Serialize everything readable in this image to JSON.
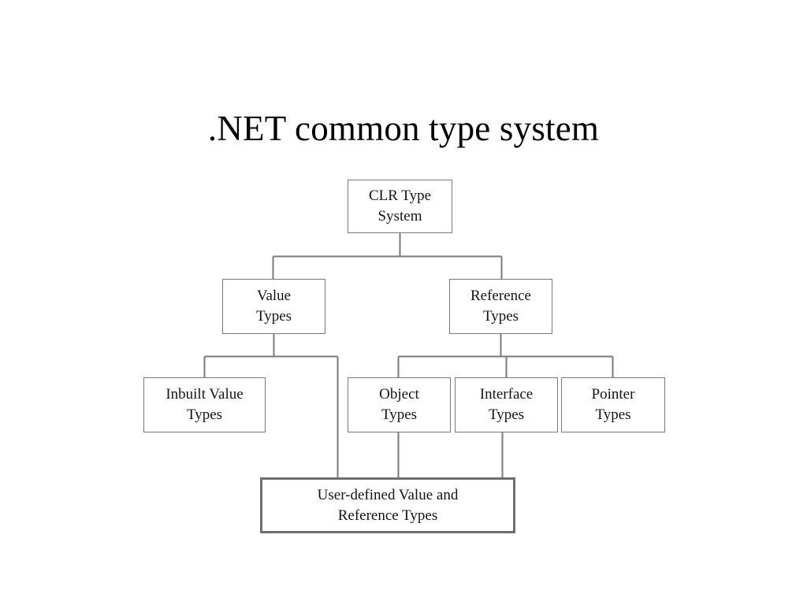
{
  "slide": {
    "title": ".NET common type system",
    "background_color": "#ffffff",
    "text_color": "#000000"
  },
  "diagram": {
    "type": "tree-hierarchy",
    "line_color": "#7a7a7a",
    "box_border_color": "#7a7a7a",
    "emphasis_border_color": "#6e6e6e",
    "nodes": {
      "clr": {
        "label": "CLR Type\nSystem",
        "level": 0
      },
      "value_types": {
        "label": "Value\nTypes",
        "level": 1
      },
      "reference_types": {
        "label": "Reference\nTypes",
        "level": 1
      },
      "inbuilt_value_types": {
        "label": "Inbuilt Value\nTypes",
        "level": 2
      },
      "object_types": {
        "label": "Object\nTypes",
        "level": 2
      },
      "interface_types": {
        "label": "Interface\nTypes",
        "level": 2
      },
      "pointer_types": {
        "label": "Pointer\nTypes",
        "level": 2
      },
      "user_defined_types": {
        "label": "User-defined Value and\nReference Types",
        "level": 3,
        "emphasis": true
      }
    },
    "edges": [
      {
        "from": "clr",
        "to": "value_types"
      },
      {
        "from": "clr",
        "to": "reference_types"
      },
      {
        "from": "value_types",
        "to": "inbuilt_value_types"
      },
      {
        "from": "value_types",
        "to": "user_defined_types"
      },
      {
        "from": "reference_types",
        "to": "object_types"
      },
      {
        "from": "reference_types",
        "to": "interface_types"
      },
      {
        "from": "reference_types",
        "to": "pointer_types"
      },
      {
        "from": "object_types",
        "to": "user_defined_types"
      },
      {
        "from": "interface_types",
        "to": "user_defined_types"
      }
    ]
  }
}
